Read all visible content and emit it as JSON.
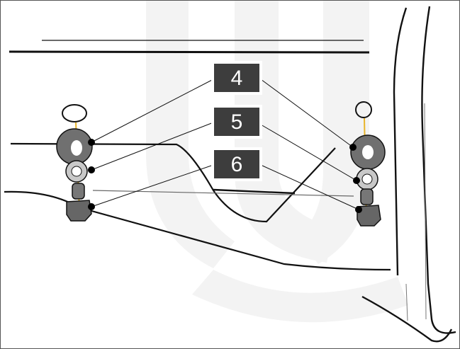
{
  "callouts": {
    "c4": {
      "label": "4",
      "part": "washer"
    },
    "c5": {
      "label": "5",
      "part": "lock-washer"
    },
    "c6": {
      "label": "6",
      "part": "hex-nut"
    }
  },
  "colors": {
    "callout_bg": "#3d3d3d",
    "callout_text": "#ffffff",
    "bolt_line": "#e8b42a",
    "part_dark": "#707070",
    "part_light": "#c8c8c8",
    "line": "#111111",
    "watermark": "#f3f3f3"
  },
  "icons": {
    "left_bolt_top": "bolt-hole-outline-icon",
    "right_bolt_top": "bolt-hole-outline-icon"
  }
}
